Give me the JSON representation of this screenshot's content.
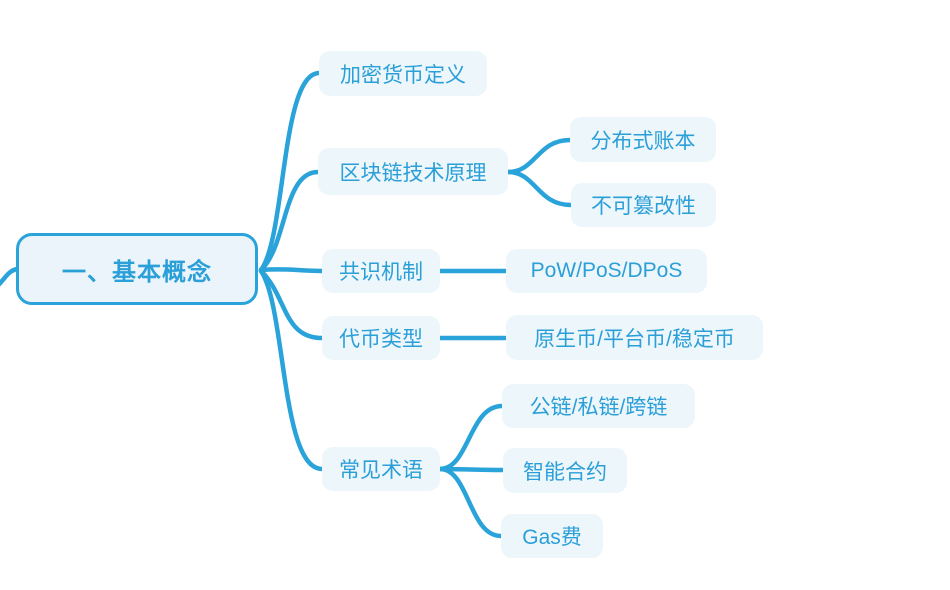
{
  "mindmap": {
    "root": {
      "label": "一、基本概念"
    },
    "branches": [
      {
        "label": "加密货币定义",
        "children": []
      },
      {
        "label": "区块链技术原理",
        "children": [
          {
            "label": "分布式账本"
          },
          {
            "label": "不可篡改性"
          }
        ]
      },
      {
        "label": "共识机制",
        "children": [
          {
            "label": "PoW/PoS/DPoS"
          }
        ]
      },
      {
        "label": "代币类型",
        "children": [
          {
            "label": "原生币/平台币/稳定币"
          }
        ]
      },
      {
        "label": "常见术语",
        "children": [
          {
            "label": "公链/私链/跨链"
          },
          {
            "label": "智能合约"
          },
          {
            "label": "Gas费"
          }
        ]
      }
    ],
    "colors": {
      "accent": "#29A3DA",
      "node_fill": "#EDF6FB",
      "root_fill": "#EAF4FA",
      "text": "#2B9FD8"
    }
  }
}
